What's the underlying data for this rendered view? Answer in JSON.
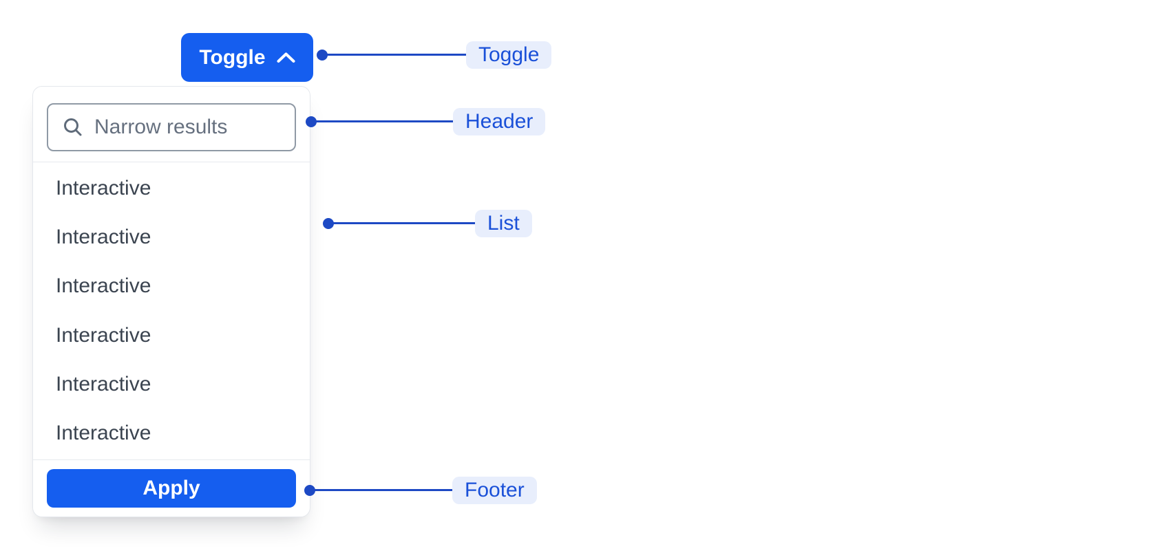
{
  "toggle_button": {
    "label": "Toggle",
    "icon": "chevron-up-icon"
  },
  "dropdown": {
    "search": {
      "placeholder": "Narrow results",
      "icon": "search-icon"
    },
    "items": [
      "Interactive",
      "Interactive",
      "Interactive",
      "Interactive",
      "Interactive",
      "Interactive"
    ],
    "footer": {
      "apply_label": "Apply"
    }
  },
  "annotations": [
    {
      "label": "Toggle"
    },
    {
      "label": "Header"
    },
    {
      "label": "List"
    },
    {
      "label": "Footer"
    }
  ],
  "colors": {
    "primary_blue": "#155EEF",
    "annotation_line": "#1D49C4",
    "annotation_text": "#1A50D8",
    "annotation_bg": "#E8EEFC",
    "list_text": "#3B4450",
    "placeholder_gray": "#66707F",
    "input_border": "#8F99A5",
    "panel_border": "#E4E7EC"
  }
}
